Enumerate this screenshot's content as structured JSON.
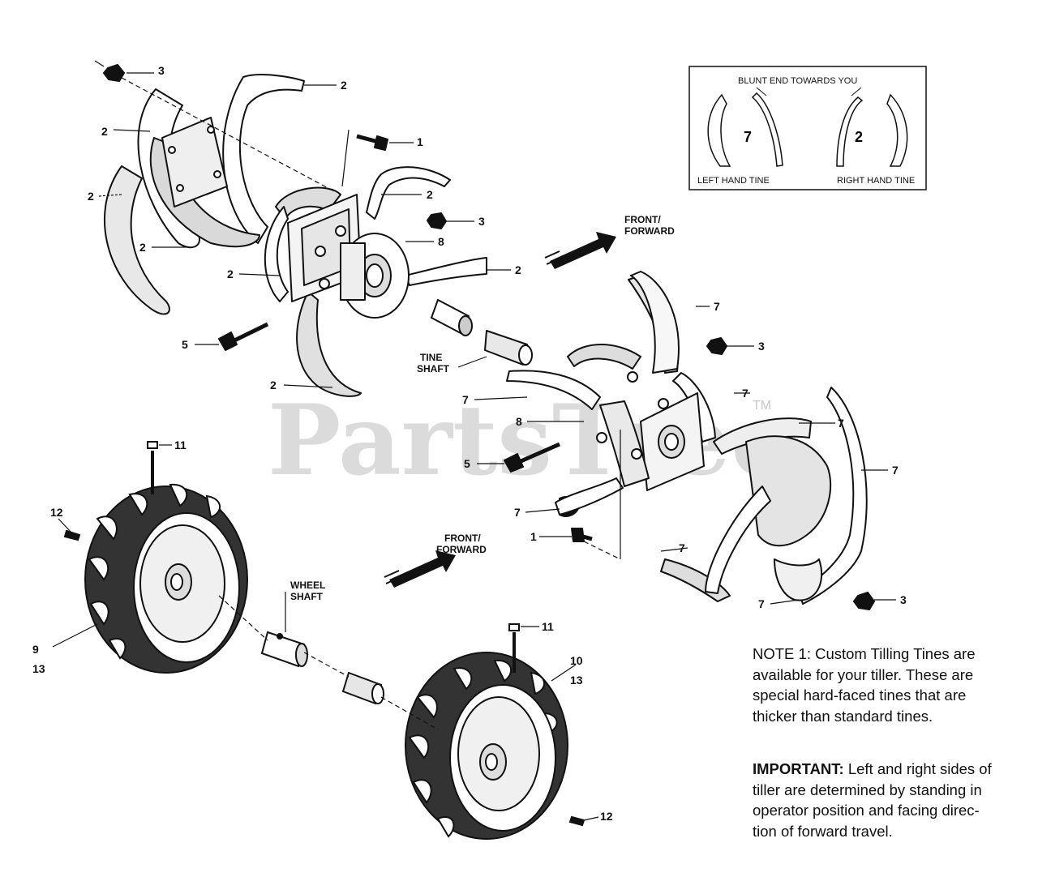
{
  "watermark": {
    "text": "PartsTree",
    "trademark": "TM"
  },
  "inset": {
    "heading": "BLUNT END TOWARDS YOU",
    "left_caption": "LEFT HAND TINE",
    "right_caption": "RIGHT HAND TINE",
    "left_number": "7",
    "right_number": "2"
  },
  "direction_labels": {
    "upper": {
      "line1": "FRONT/",
      "line2": "FORWARD"
    },
    "lower": {
      "line1": "FRONT/",
      "line2": "FORWARD"
    }
  },
  "component_labels": {
    "tine_shaft": {
      "line1": "TINE",
      "line2": "SHAFT"
    },
    "wheel_shaft": {
      "line1": "WHEEL",
      "line2": "SHAFT"
    }
  },
  "callouts": {
    "c3_top": "3",
    "c2_top_right": "2",
    "c2_left_upper": "2",
    "c1_upper": "1",
    "c2_left_mid": "2",
    "c2_mid_right": "2",
    "c3_mid": "3",
    "c2_left_low": "2",
    "c8_upper": "8",
    "c2_hub_left": "2",
    "c2_hub_right": "2",
    "c5_upper": "5",
    "c2_bottom": "2",
    "c7_top": "7",
    "c3_right": "3",
    "c7_left_a": "7",
    "c7_right_a": "7",
    "c8_lower": "8",
    "c7_right_b": "7",
    "c5_lower": "5",
    "c7_far_right": "7",
    "c7_left_b": "7",
    "c1_lower": "1",
    "c7_low": "7",
    "c3_bottom": "3",
    "c7_bottom": "7",
    "c11_left": "11",
    "c12_left": "12",
    "c9": "9",
    "c13_left": "13",
    "c11_right": "11",
    "c10": "10",
    "c13_right": "13",
    "c12_right": "12"
  },
  "notes": {
    "note1_text": "NOTE 1: Custom Tilling Tines are\navailable for your tiller. These are\nspecial hard-faced tines that are\nthicker than standard tines.",
    "important_label": "IMPORTANT:",
    "important_text": " Left and right sides of\ntiller are determined by standing in\noperator position and facing direc-\ntion of forward travel."
  }
}
